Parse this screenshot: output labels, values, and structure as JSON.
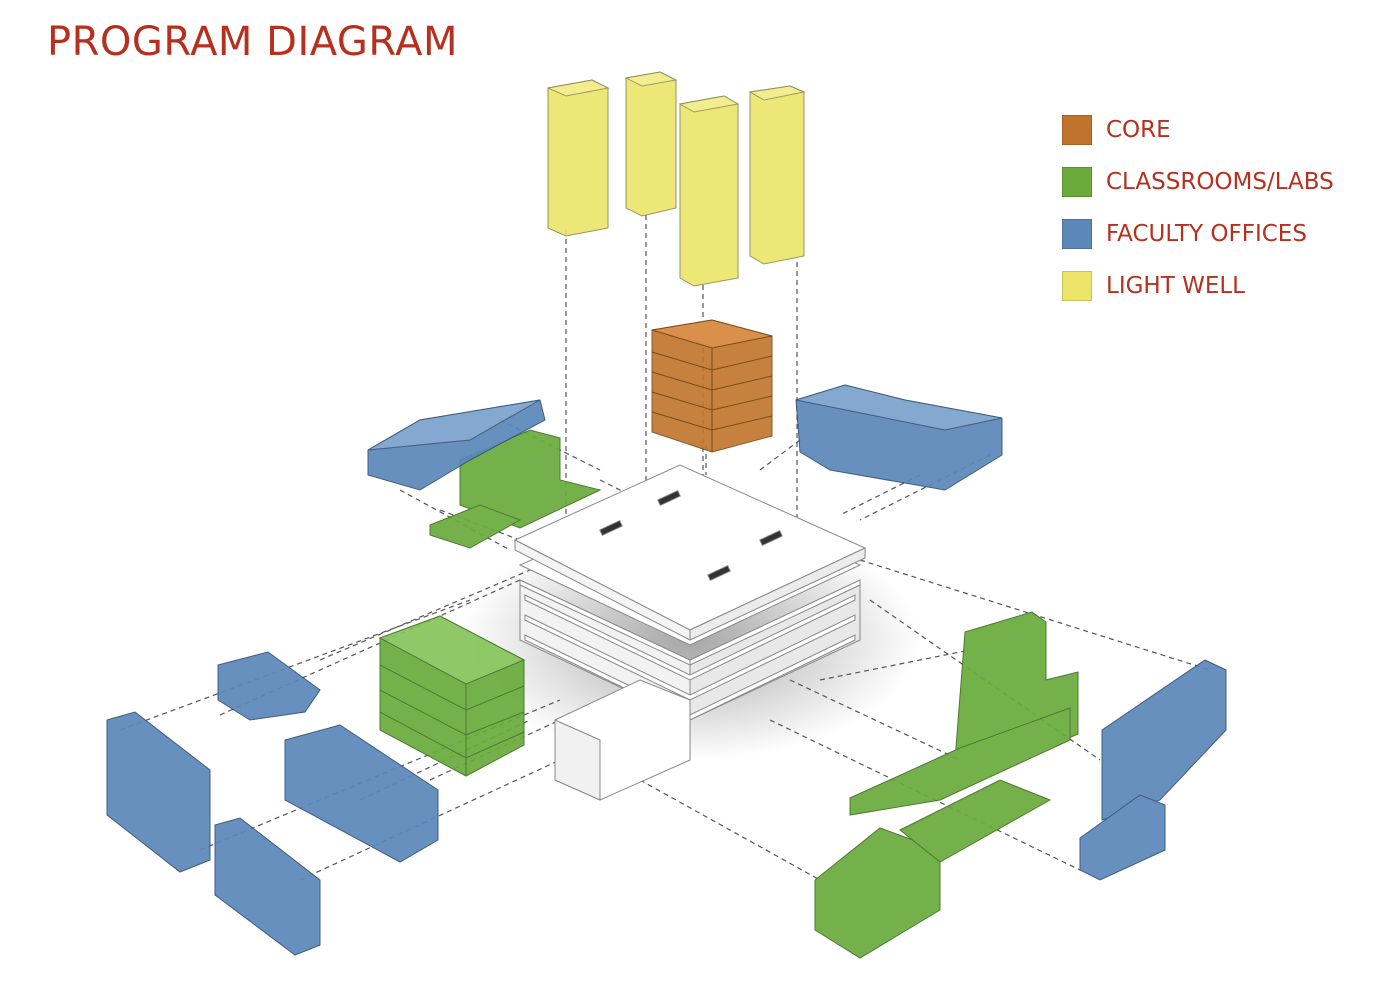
{
  "title": "PROGRAM DIAGRAM",
  "legend": [
    {
      "label": "CORE",
      "color": "#c0742b"
    },
    {
      "label": "CLASSROOMS/LABS",
      "color": "#6aab3c"
    },
    {
      "label": "FACULTY OFFICES",
      "color": "#5b87b9"
    },
    {
      "label": "LIGHT WELL",
      "color": "#ece56a"
    }
  ],
  "colors": {
    "core": "#c0742b",
    "classrooms": "#6aab3c",
    "offices": "#5b87b9",
    "lightwell": "#ece56a",
    "title": "#b5301f"
  }
}
